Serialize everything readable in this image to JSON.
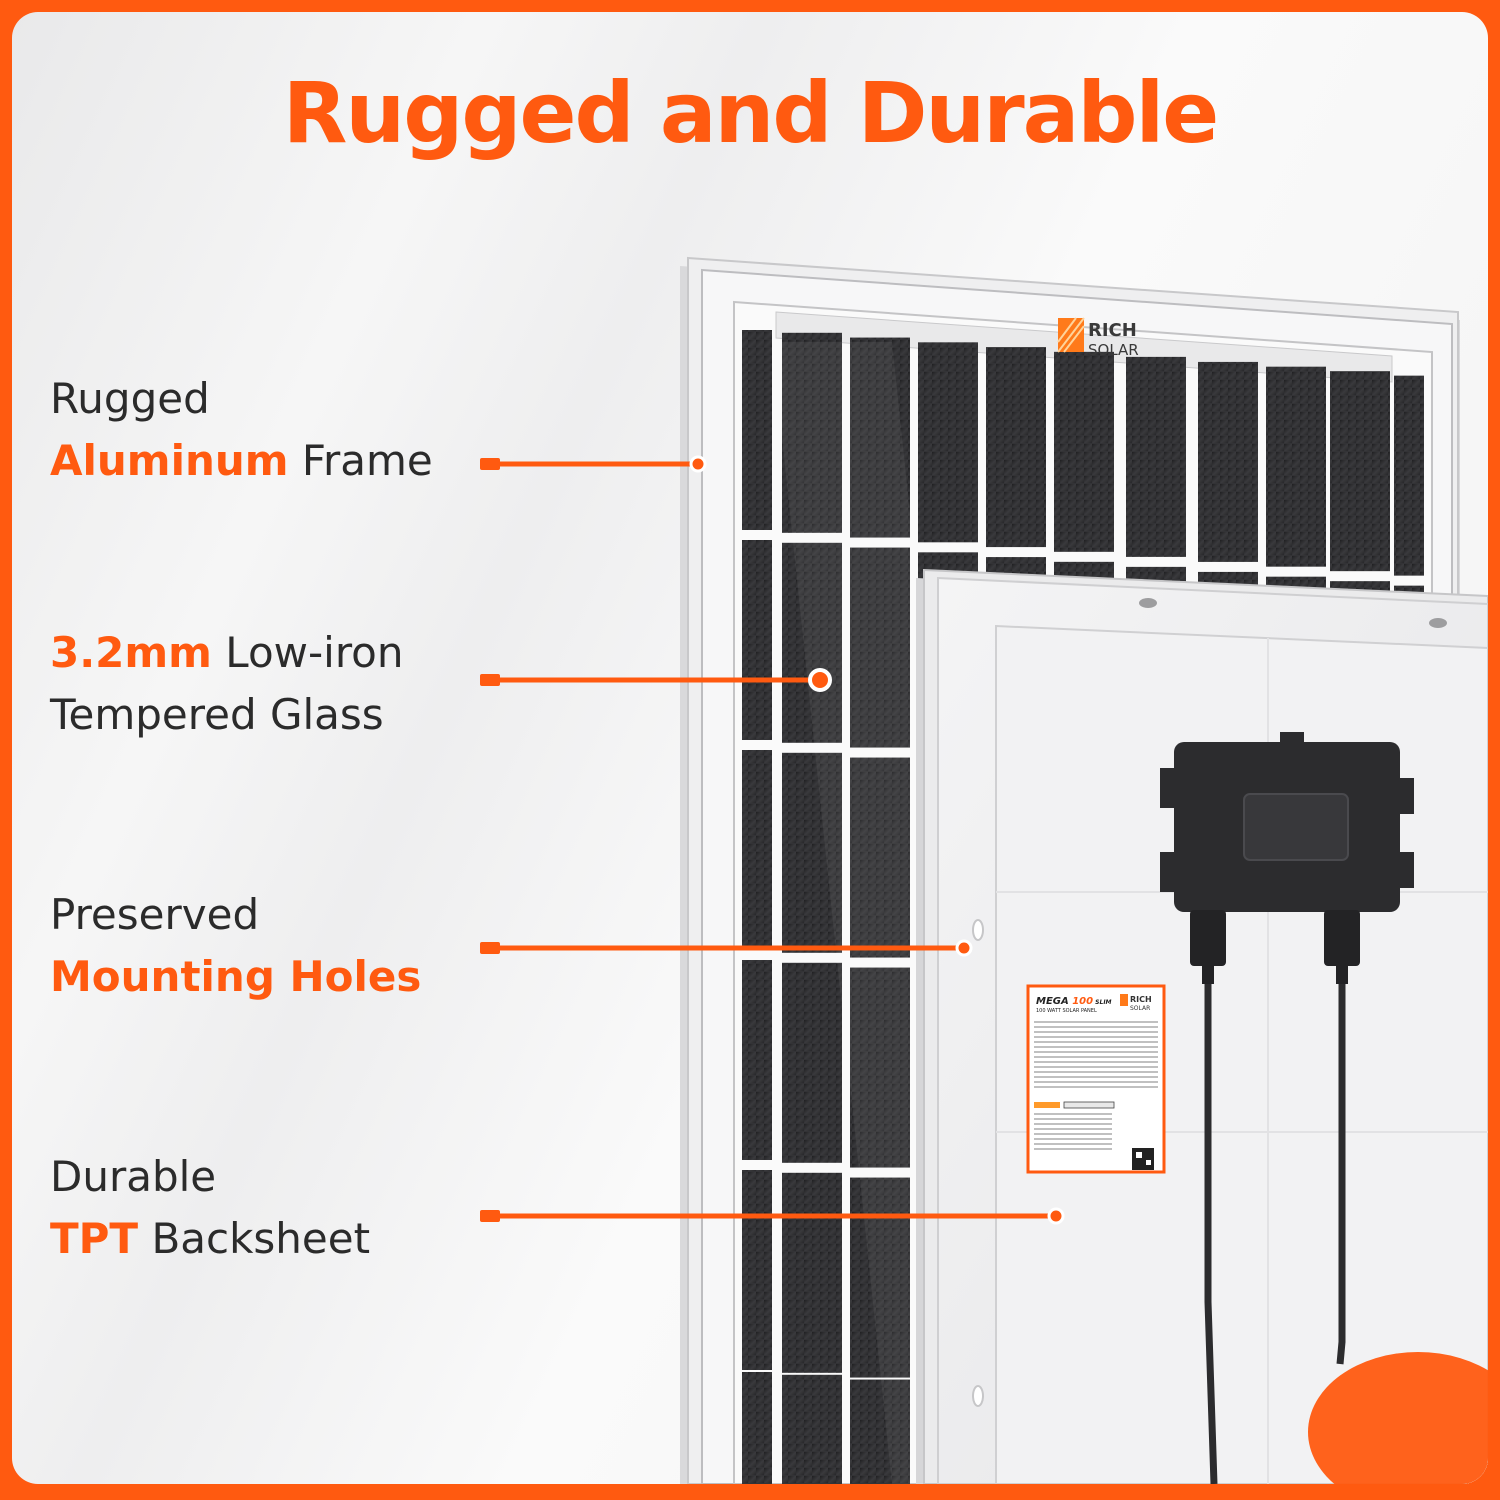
{
  "title": "Rugged and Durable",
  "brand": {
    "line1": "RICH",
    "line2": "SOLAR"
  },
  "features": [
    {
      "line1": "Rugged",
      "highlight": "Aluminum",
      "rest": " Frame"
    },
    {
      "highlight": "3.2mm",
      "rest1": " Low-iron",
      "line2": "Tempered Glass"
    },
    {
      "line1": "Preserved",
      "highlight": "Mounting Holes"
    },
    {
      "line1": "Durable",
      "highlight": "TPT",
      "rest": " Backsheet"
    }
  ],
  "label": {
    "title_prefix": "MEGA ",
    "title_num": "100",
    "title_suffix": " SLIM",
    "subtitle": "100 WATT SOLAR PANEL",
    "brand1": "RICH",
    "brand2": "SOLAR"
  },
  "colors": {
    "accent": "#ff5a10",
    "text": "#2b2b2b",
    "panel_cell": "#2a2a2c",
    "frame": "#e6e6e8"
  }
}
